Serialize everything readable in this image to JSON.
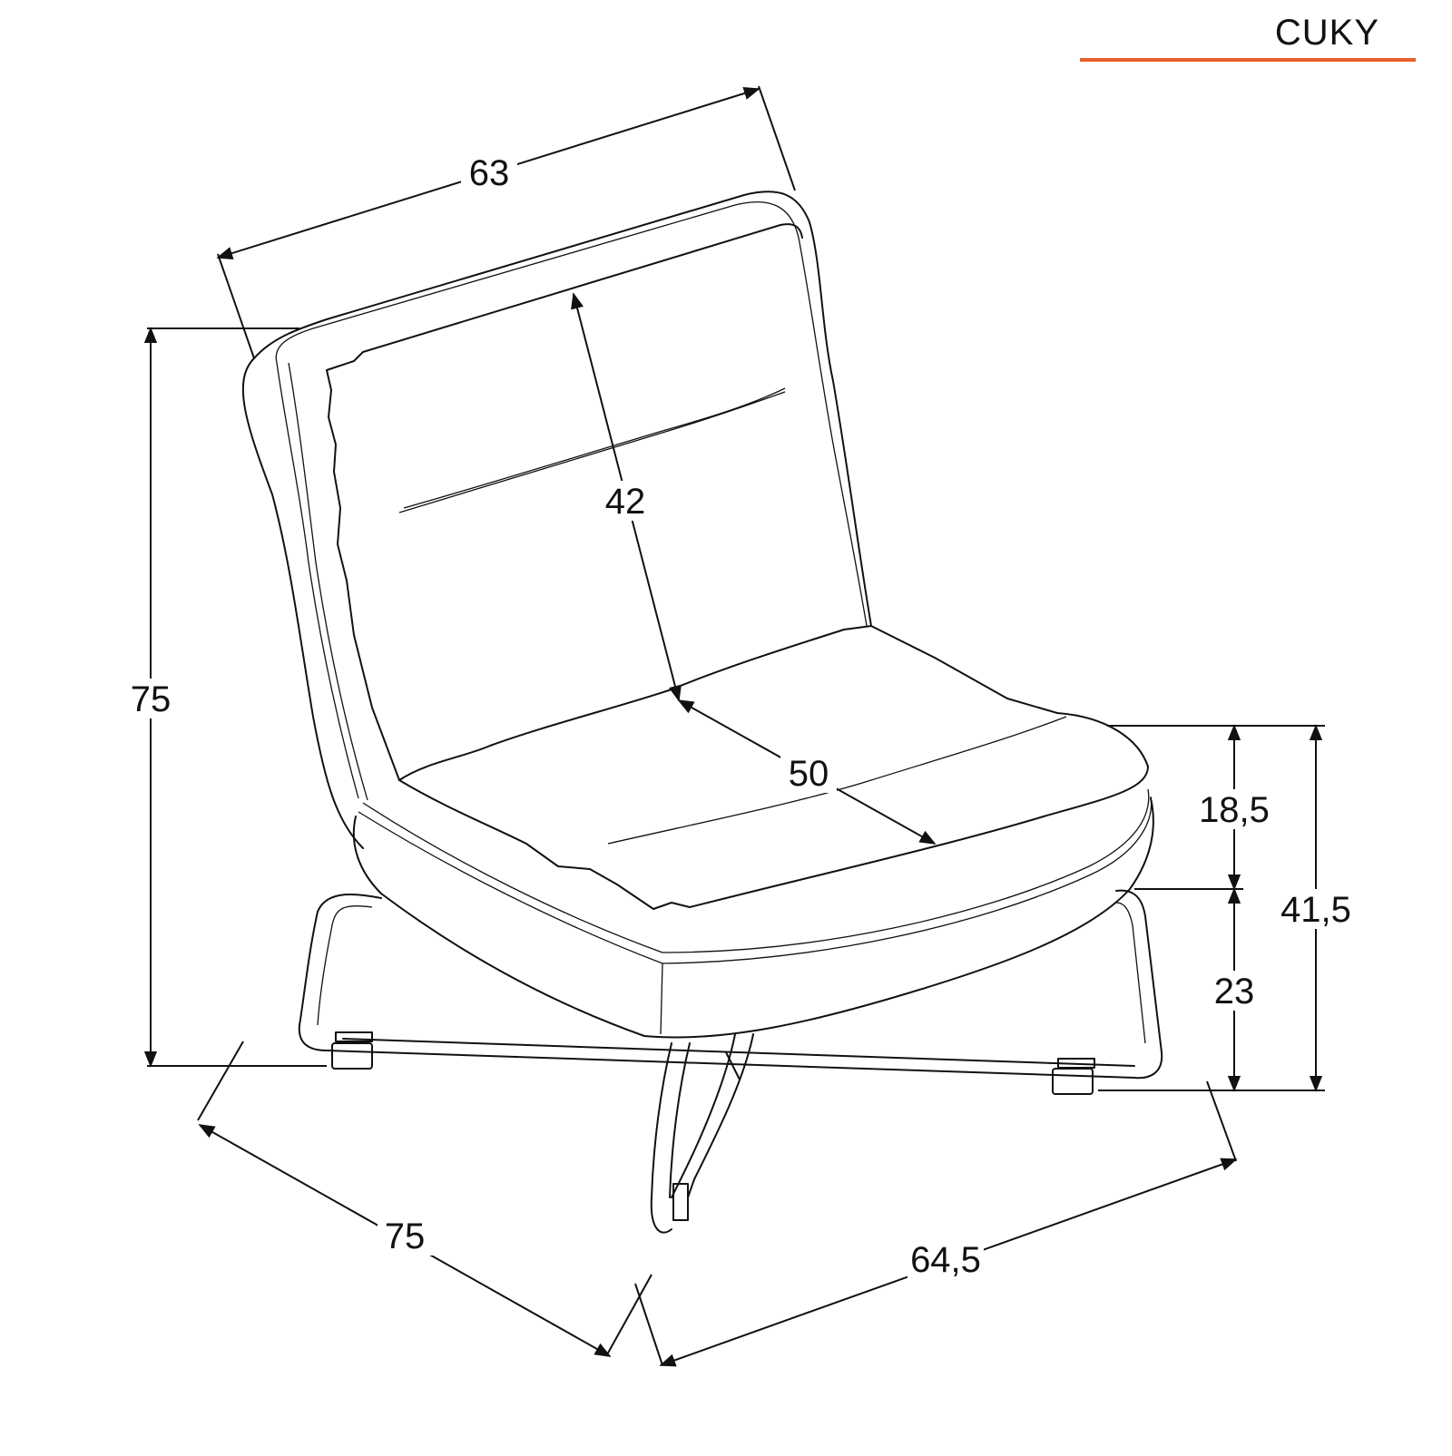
{
  "brand": {
    "name": "CUKY",
    "accent_color": "#e8602c"
  },
  "dimensions": {
    "width_top": "63",
    "backrest_height": "42",
    "seat_depth": "50",
    "total_height": "75",
    "cushion_thickness": "18,5",
    "leg_height": "23",
    "seat_height": "41,5",
    "base_depth": "75",
    "base_width": "64,5"
  },
  "units": {
    "line_color": "#111111"
  }
}
